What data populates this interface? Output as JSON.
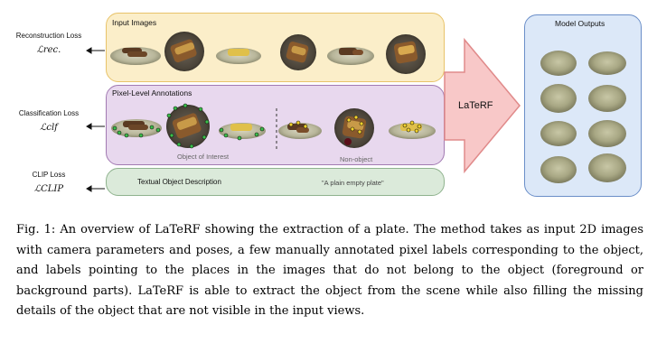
{
  "losses": {
    "reconstruction": {
      "label": "Reconstruction Loss",
      "symbol": "ℒrec."
    },
    "classification": {
      "label": "Classification Loss",
      "symbol": "ℒclf"
    },
    "clip": {
      "label": "CLIP Loss",
      "symbol": "ℒCLIP"
    }
  },
  "panels": {
    "input_images": {
      "title": "Input Images"
    },
    "pixel_annotations": {
      "title": "Pixel-Level Annotations",
      "object_label": "Object of Interest",
      "nonobject_label": "Non-object"
    },
    "textual": {
      "title": "Textual Object Description",
      "quote": "\"A plain empty plate\""
    },
    "method": {
      "label": "LaTeRF"
    },
    "outputs": {
      "title": "Model Outputs"
    }
  },
  "colors": {
    "input_fill": "#fbeec9",
    "annot_fill": "#e8d8ee",
    "clip_fill": "#dbeada",
    "output_fill": "#dce8f8",
    "arrow_fill": "#f8c8c8"
  },
  "caption": "Fig. 1: An overview of LaTeRF showing the extraction of a plate. The method takes as input 2D images with camera parameters and poses, a few manually annotated pixel labels corresponding to the object, and labels pointing to the places in the images that do not belong to the object (foreground or background parts). LaTeRF is able to extract the object from the scene while also filling the missing details of the object that are not visible in the input views."
}
